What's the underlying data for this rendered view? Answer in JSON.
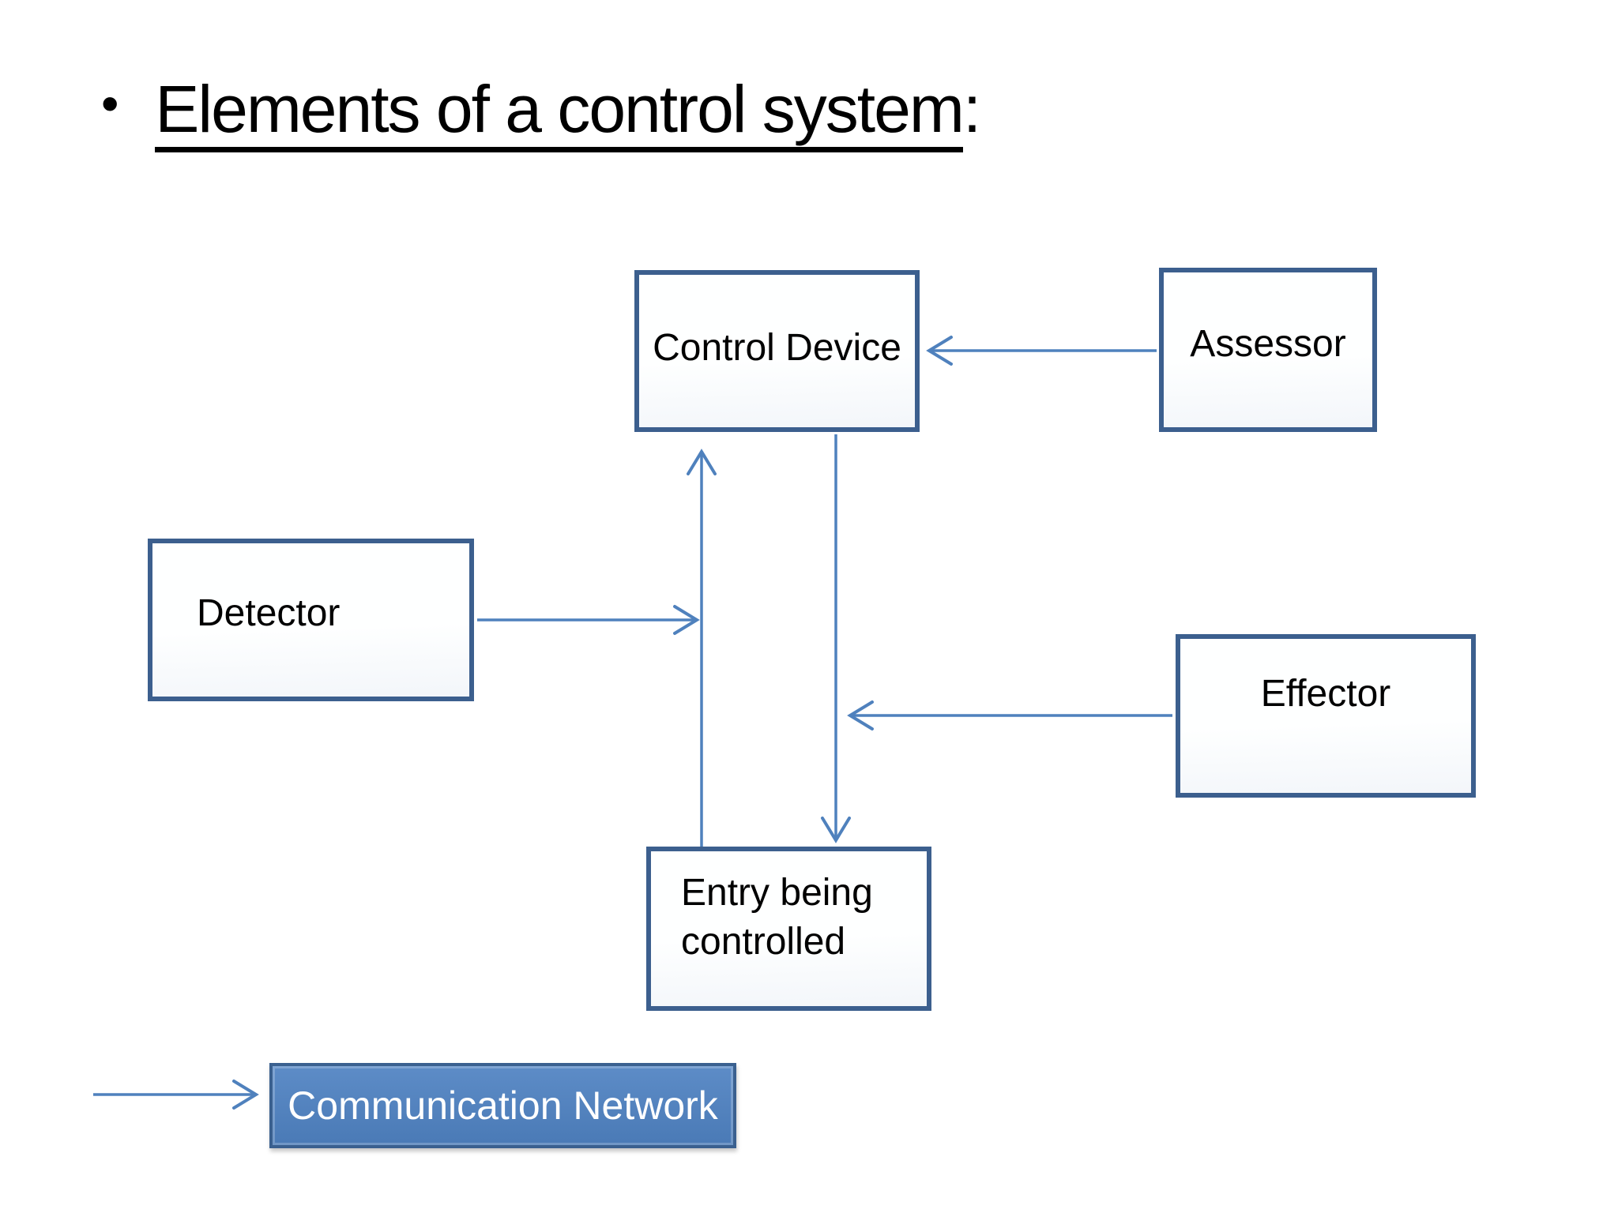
{
  "slide": {
    "title": {
      "bullet": "•",
      "underlined": "Elements of a control system",
      "suffix": ":"
    },
    "nodes": {
      "control_device": {
        "label": "Control Device"
      },
      "assessor": {
        "label": "Assessor"
      },
      "detector": {
        "label": "Detector"
      },
      "effector": {
        "label": "Effector"
      },
      "entry": {
        "label": "Entry being controlled",
        "lines": [
          "Entry being",
          "controlled"
        ]
      }
    },
    "legend": {
      "label": "Communication Network"
    },
    "edges": [
      {
        "from": "assessor",
        "to": "control_device"
      },
      {
        "from": "detector",
        "to": "entry_to_control_line"
      },
      {
        "from": "entry_being_controlled",
        "to": "control_device"
      },
      {
        "from": "control_device",
        "to": "entry_being_controlled"
      },
      {
        "from": "effector",
        "to": "control_to_entry_line"
      },
      {
        "from": "arrow_sample",
        "to": "communication_network_legend"
      }
    ],
    "colors": {
      "background": "#ffffff",
      "box_border": "#3c5f8e",
      "box_fill_top": "#feffff",
      "box_fill_bottom": "#f3f6fa",
      "arrow": "#4f81bd",
      "accent_fill": "#4a7ab6",
      "accent_fill_light": "#5d8cc7",
      "accent_border": "#3a608f",
      "text": "#000000",
      "legend_text": "#ffffff"
    }
  }
}
